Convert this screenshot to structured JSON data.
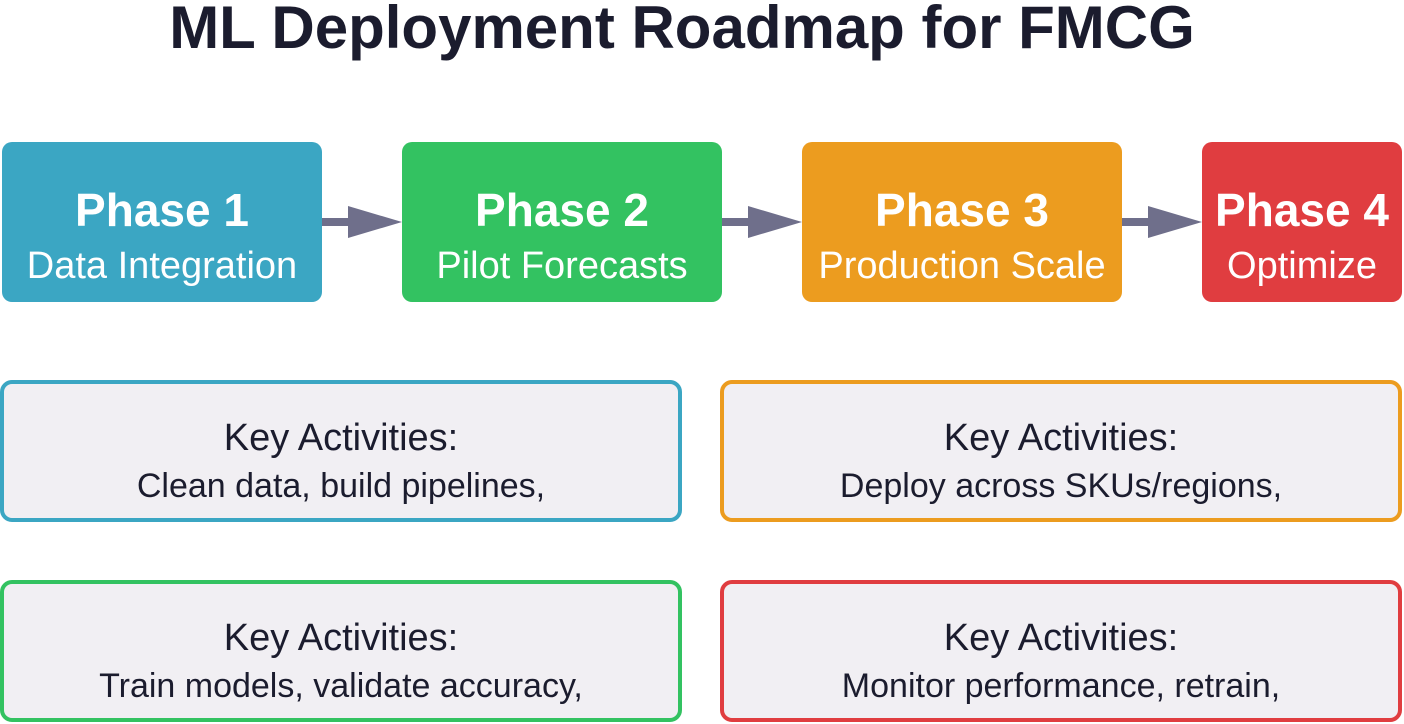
{
  "title": "ML Deployment Roadmap for FMCG",
  "colors": {
    "phase1": "#3ba6c3",
    "phase2": "#33c261",
    "phase3": "#ec9c1f",
    "phase4": "#e03d40",
    "arrow": "#6f6f8b",
    "activity_bg": "#f1eff3",
    "text_dark": "#1b1c2e"
  },
  "phases": [
    {
      "title": "Phase 1",
      "subtitle": "Data Integration"
    },
    {
      "title": "Phase 2",
      "subtitle": "Pilot Forecasts"
    },
    {
      "title": "Phase 3",
      "subtitle": "Production Scale"
    },
    {
      "title": "Phase 4",
      "subtitle": "Optimize"
    }
  ],
  "activities": [
    {
      "heading": "Key Activities:",
      "text": "Clean data, build pipelines,"
    },
    {
      "heading": "Key Activities:",
      "text": "Train models, validate accuracy,"
    },
    {
      "heading": "Key Activities:",
      "text": "Deploy across SKUs/regions,"
    },
    {
      "heading": "Key Activities:",
      "text": "Monitor performance, retrain,"
    }
  ]
}
